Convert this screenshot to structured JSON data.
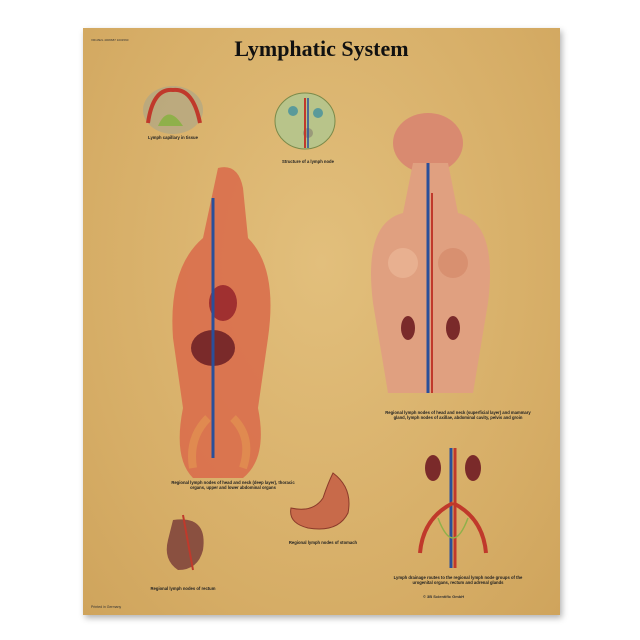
{
  "title": "Lymphatic System",
  "code": "VR1392L 4006687 1001560",
  "captions": {
    "capillary": "Lymph capillary in tissue",
    "node": "Structure of a lymph node",
    "torso_left": "Regional lymph nodes of head and neck (deep layer), thoracic organs, upper and lower abdominal organs",
    "torso_right": "Regional lymph nodes of head and neck (superficial layer) and mammary gland, lymph nodes of axillae, abdominal cavity, pelvis and groin",
    "stomach": "Regional lymph nodes of stomach",
    "rectum": "Regional lymph nodes of rectum",
    "urogenital": "Lymph drainage routes to the regional lymph node groups of the urogenital organs, rectum and adrenal glands"
  },
  "publisher": "© 3B Scientific GmbH",
  "printed": "Printed in Germany",
  "colors": {
    "paper": "#d9b26e",
    "flesh": "#c8503a",
    "vein": "#2a4f9a",
    "lymph": "#8fb04a"
  }
}
